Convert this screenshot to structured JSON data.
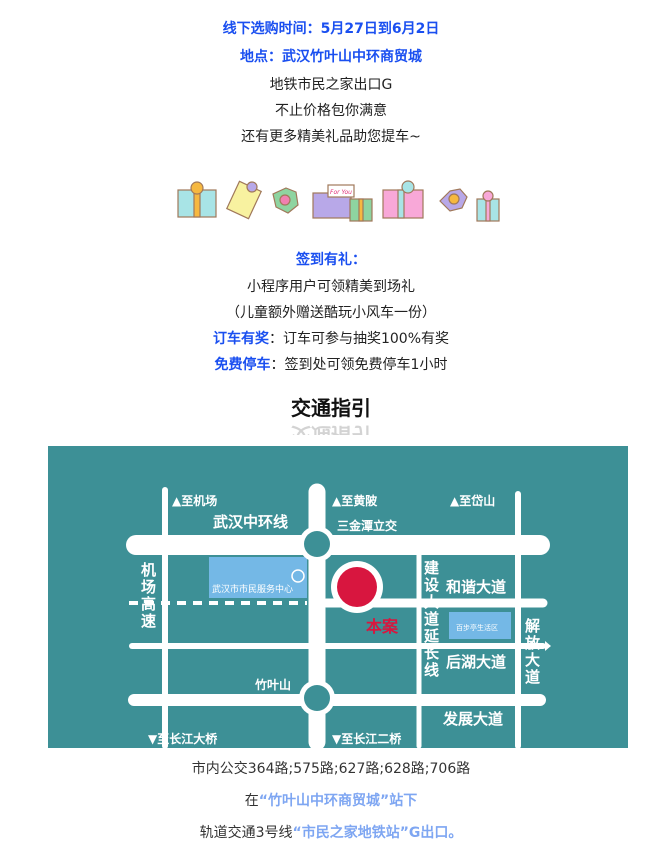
{
  "intro": {
    "time": "线下选购时间：5月27日到6月2日",
    "place": "地点：武汉竹叶山中环商贸城",
    "l1": "地铁市民之家出口G",
    "l2": "不止价格包你满意",
    "l3": "还有更多精美礼品助您提车~"
  },
  "gifts": {
    "icon": "gift-boxes-illustration",
    "tag": "For You"
  },
  "perks": {
    "title": "签到有礼：",
    "l1": "小程序用户可领精美到场礼",
    "l2": "（儿童额外赠送酷玩小风车一份）",
    "order_label": "订车有奖",
    "order_text": "：订车可参与抽奖100%有奖",
    "park_label": "免费停车",
    "park_text": "：签到处可领免费停车1小时"
  },
  "traffic": {
    "title": "交通指引"
  },
  "map": {
    "to_airport": "▲至机场",
    "to_huangpi": "▲至黄陂",
    "to_daishan": "▲至岱山",
    "ring": "武汉中环线",
    "sanjintan": "三金潭立交",
    "airport_hwy": "机场高速",
    "citizen_center": "武汉市市民服务中心",
    "project": "本案",
    "jianshe": "建设大道延长线",
    "hexie": "和谐大道",
    "baibuting": "百步亭生活区",
    "jiefang": "解放大道",
    "houhu": "后湖大道",
    "zhuyeshan": "竹叶山",
    "fazhan": "发展大道",
    "to_yangtze_bridge": "▼至长江大桥",
    "to_second_bridge": "▼至长江二桥",
    "colors": {
      "bg": "#3d9096",
      "road": "#ffffff",
      "marker": "#d8163f",
      "block": "#74b8e6"
    }
  },
  "transit": {
    "bus": "市内公交364路;575路;627路;628路;706路",
    "stop_pre": "在",
    "stop_name": "“竹叶山中环商贸城”站下",
    "metro_pre": "轨道交通3号线",
    "metro_name": "“市民之家地铁站”G出口。"
  }
}
